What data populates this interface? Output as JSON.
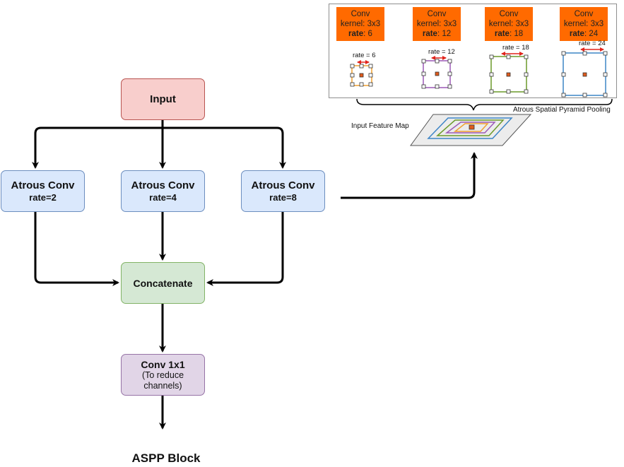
{
  "diagram": {
    "title": "ASPP Block",
    "nodes": {
      "input": {
        "label": "Input"
      },
      "atrous1": {
        "label": "Atrous Conv",
        "sub": "rate=2"
      },
      "atrous2": {
        "label": "Atrous Conv",
        "sub": "rate=4"
      },
      "atrous3": {
        "label": "Atrous Conv",
        "sub": "rate=8"
      },
      "concat": {
        "label": "Concatenate"
      },
      "conv1x1": {
        "label": "Conv 1x1",
        "note": "(To reduce channels)"
      }
    }
  },
  "figure": {
    "convs": [
      {
        "title": "Conv",
        "kernel": "kernel: 3x3",
        "rate_label": "rate",
        "rate_value": ": 6",
        "arrow_label": "rate = 6",
        "color": "#f0a030"
      },
      {
        "title": "Conv",
        "kernel": "kernel: 3x3",
        "rate_label": "rate",
        "rate_value": ": 12",
        "arrow_label": "rate = 12",
        "color": "#9b59b6"
      },
      {
        "title": "Conv",
        "kernel": "kernel: 3x3",
        "rate_label": "rate",
        "rate_value": ": 18",
        "arrow_label": "rate = 18",
        "color": "#6b9a2a"
      },
      {
        "title": "Conv",
        "kernel": "kernel: 3x3",
        "rate_label": "rate",
        "rate_value": ": 24",
        "arrow_label": "rate = 24",
        "color": "#3d85c6"
      }
    ],
    "aspp_caption": "Atrous Spatial Pyramid Pooling",
    "feature_map_caption": "Input Feature Map"
  }
}
